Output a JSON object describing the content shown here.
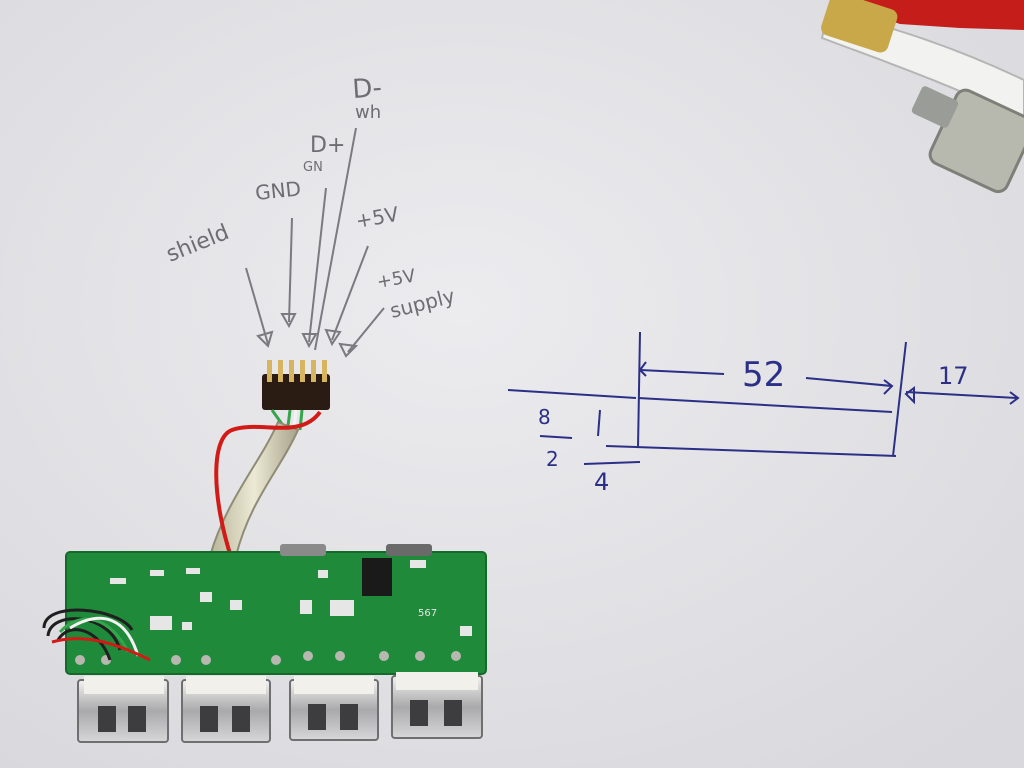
{
  "photo": {
    "background_color": "#e7e7ea",
    "pencil_color": "#6d6d72",
    "ink_color": "#2b2f86",
    "pcb_color": "#1f8a3a",
    "wire_color": "#d21a17"
  },
  "pin_labels": {
    "d_minus": "D-",
    "d_minus_color": "wh",
    "d_plus": "D+",
    "d_plus_color": "GN",
    "gnd": "GND",
    "plus5v": "+5V",
    "shield": "shield",
    "supply_a": "+5V",
    "supply_b": "supply"
  },
  "dimensions": {
    "main": "52",
    "right": "17",
    "left_top": "8",
    "left_mid": "2",
    "left_bottom": "4"
  },
  "pcb": {
    "silkscreen": "567"
  },
  "usb_port_count": 4
}
